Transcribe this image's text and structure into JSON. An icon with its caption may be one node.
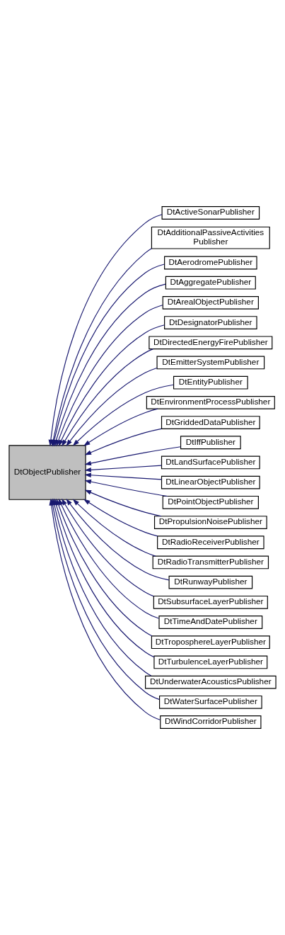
{
  "diagram": {
    "nodes": [
      {
        "text": [
          "DtObjectPublisher"
        ]
      },
      {
        "text": [
          "DtActiveSonarPublisher"
        ]
      },
      {
        "text": [
          "DtAdditionalPassiveActivities Publisher"
        ]
      },
      {
        "text": [
          "DtAerodromePublisher"
        ]
      },
      {
        "text": [
          "DtAggregatePublisher"
        ]
      },
      {
        "text": [
          "DtArealObjectPublisher"
        ]
      },
      {
        "text": [
          "DtDesignatorPublisher"
        ]
      },
      {
        "text": [
          "DtDirectedEnergyFirePublisher"
        ]
      },
      {
        "text": [
          "DtEmitterSystemPublisher"
        ]
      },
      {
        "text": [
          "DtEntityPublisher"
        ]
      },
      {
        "text": [
          "DtEnvironmentProcessPublisher"
        ]
      },
      {
        "text": [
          "DtGriddedDataPublisher"
        ]
      },
      {
        "text": [
          "DtIffPublisher"
        ]
      },
      {
        "text": [
          "DtLandSurfacePublisher"
        ]
      },
      {
        "text": [
          "DtLinearObjectPublisher"
        ]
      },
      {
        "text": [
          "DtPointObjectPublisher"
        ]
      },
      {
        "text": [
          "DtPropulsionNoisePublisher"
        ]
      },
      {
        "text": [
          "DtRadioReceiverPublisher"
        ]
      },
      {
        "text": [
          "DtRadioTransmitterPublisher"
        ]
      },
      {
        "text": [
          "DtRunwayPublisher"
        ]
      },
      {
        "text": [
          "DtSubsurfaceLayerPublisher"
        ]
      },
      {
        "text": [
          "DtTimeAndDatePublisher"
        ]
      },
      {
        "text": [
          "DtTroposphereLayerPublisher"
        ]
      },
      {
        "text": [
          "DtTurbulenceLayerPublisher"
        ]
      },
      {
        "text": [
          "DtUnderwaterAcousticsPublisher"
        ]
      },
      {
        "text": [
          "DtWaterSurfacePublisher"
        ]
      },
      {
        "text": [
          "DtWindCorridorPublisher"
        ]
      }
    ],
    "edges": [
      {
        "from": 1,
        "to": 0,
        "arrow": "to"
      },
      {
        "from": 2,
        "to": 0,
        "arrow": "to"
      },
      {
        "from": 3,
        "to": 0,
        "arrow": "to"
      },
      {
        "from": 4,
        "to": 0,
        "arrow": "to"
      },
      {
        "from": 5,
        "to": 0,
        "arrow": "to"
      },
      {
        "from": 6,
        "to": 0,
        "arrow": "to"
      },
      {
        "from": 7,
        "to": 0,
        "arrow": "to"
      },
      {
        "from": 8,
        "to": 0,
        "arrow": "to"
      },
      {
        "from": 9,
        "to": 0,
        "arrow": "to"
      },
      {
        "from": 10,
        "to": 0,
        "arrow": "to"
      },
      {
        "from": 11,
        "to": 0,
        "arrow": "to"
      },
      {
        "from": 12,
        "to": 0,
        "arrow": "to"
      },
      {
        "from": 13,
        "to": 0,
        "arrow": "to"
      },
      {
        "from": 14,
        "to": 0,
        "arrow": "to"
      },
      {
        "from": 15,
        "to": 0,
        "arrow": "to"
      },
      {
        "from": 16,
        "to": 0,
        "arrow": "to"
      },
      {
        "from": 17,
        "to": 0,
        "arrow": "to"
      },
      {
        "from": 18,
        "to": 0,
        "arrow": "to"
      },
      {
        "from": 19,
        "to": 0,
        "arrow": "to"
      },
      {
        "from": 20,
        "to": 0,
        "arrow": "to"
      },
      {
        "from": 21,
        "to": 0,
        "arrow": "to"
      },
      {
        "from": 22,
        "to": 0,
        "arrow": "to"
      },
      {
        "from": 23,
        "to": 0,
        "arrow": "to"
      },
      {
        "from": 24,
        "to": 0,
        "arrow": "to"
      },
      {
        "from": 25,
        "to": 0,
        "arrow": "to"
      },
      {
        "from": 26,
        "to": 0,
        "arrow": "to"
      }
    ]
  }
}
